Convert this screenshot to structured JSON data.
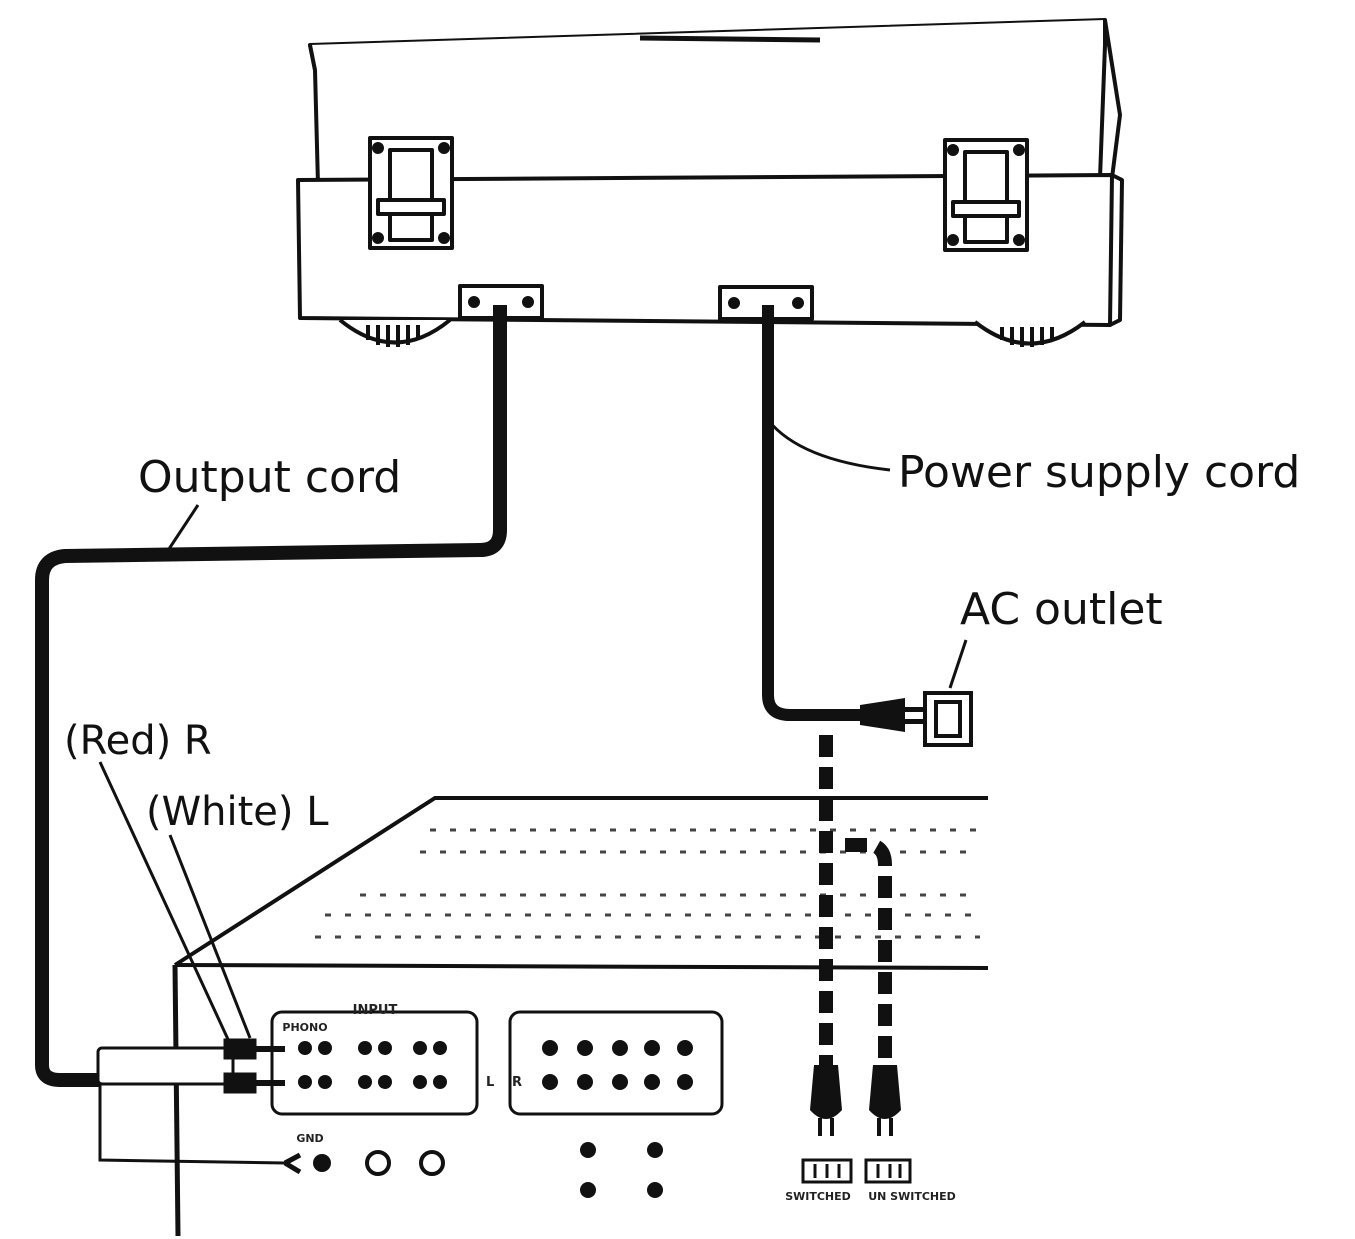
{
  "labels": {
    "output_cord": "Output cord",
    "power_supply_cord": "Power supply cord",
    "ac_outlet": "AC outlet",
    "red_r": "(Red) R",
    "white_l": "(White) L"
  },
  "amplifier_panel": {
    "input_label": "INPUT",
    "phono_label": "PHONO",
    "l_mark": "L",
    "r_mark": "R",
    "gnd_label": "GND",
    "switched_label": "SWITCHED",
    "unswitched_label": "UN SWITCHED"
  },
  "colors": {
    "line": "#111111",
    "background": "#ffffff"
  }
}
